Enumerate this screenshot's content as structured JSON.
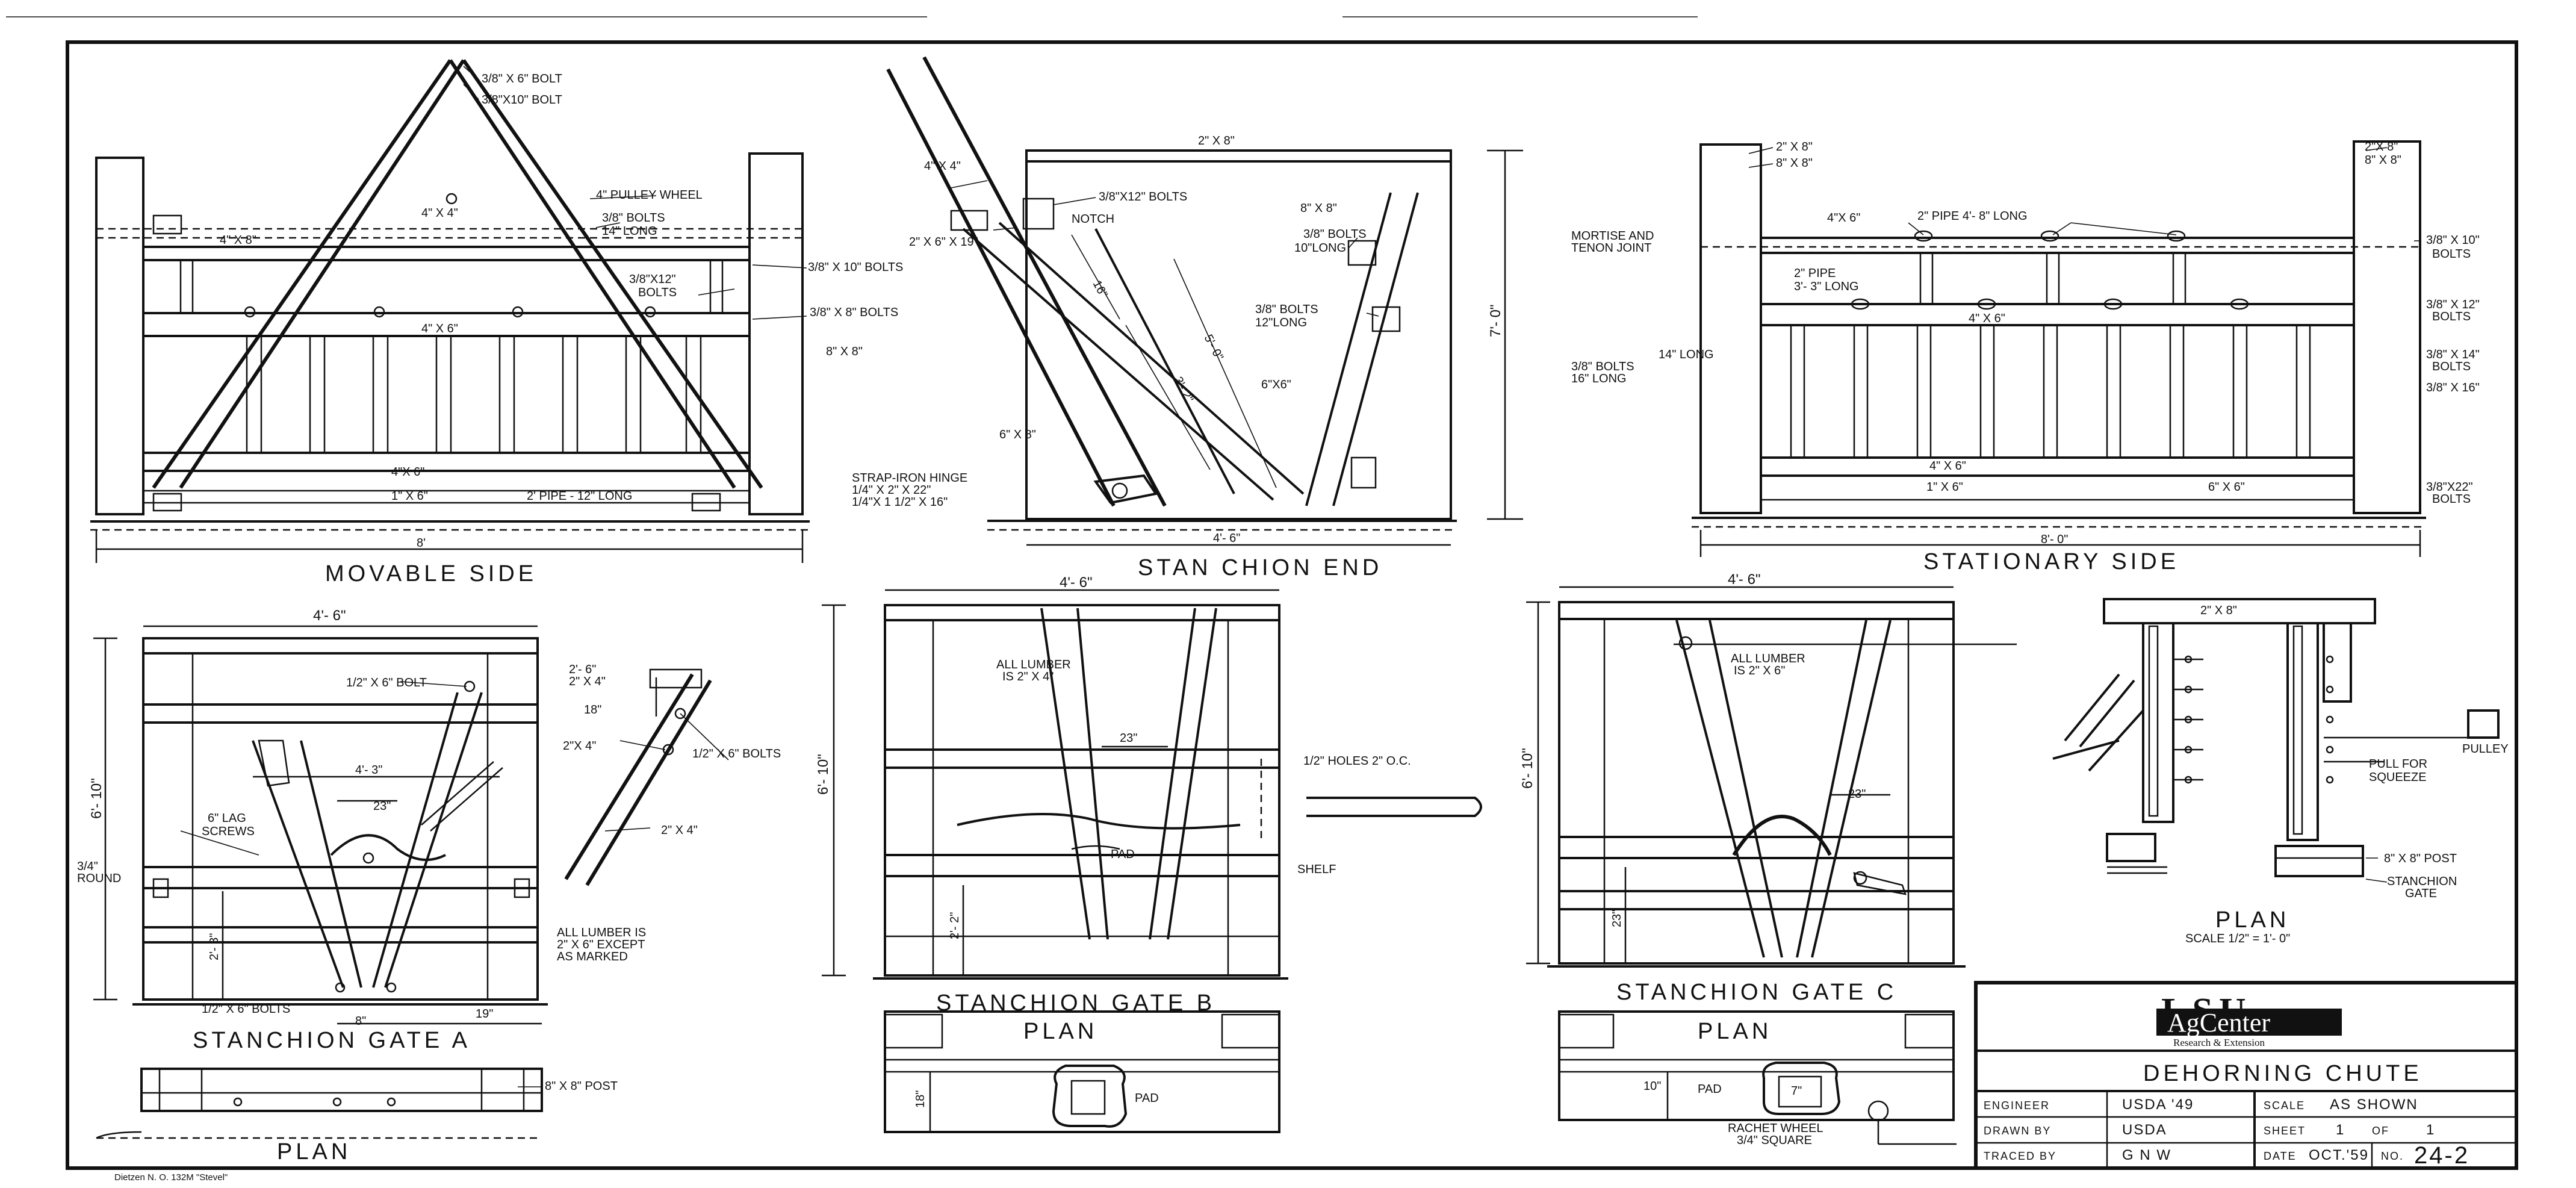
{
  "views": {
    "movable_side": "MOVABLE   SIDE",
    "stanchion_end": "STAN CHION  END",
    "stationary_side": "STATIONARY   SIDE",
    "gate_a": "STANCHION   GATE A",
    "gate_b": "STANCHION  GATE B",
    "gate_c": "STANCHION  GATE C",
    "plan_a": "PLAN",
    "plan_b": "PLAN",
    "plan_c": "PLAN",
    "plan_right": "PLAN",
    "plan_scale": "SCALE 1/2\" = 1'- 0\""
  },
  "labels": {
    "ms": {
      "bolt1": "3/8\" X 6\" BOLT",
      "bolt2": "3/8\"X10\" BOLT",
      "pulley": "4\" PULLEY WHEEL",
      "b14a": "3/8\" BOLTS",
      "b14b": "14\" LONG",
      "b10": "3/8\" X 10\" BOLTS",
      "b12a": "3/8\"X12\"",
      "b12b": "BOLTS",
      "b8": "3/8\" X 8\" BOLTS",
      "post": "8\" X 8\"",
      "m4x8": "4\" X 8\"",
      "m4x4": "4\" X 4\"",
      "m4x6": "4\" X 6\"",
      "m4x6b": "4\"X 6\"",
      "m1x6": "1\" X 6\"",
      "pipe": "2' PIPE - 12\" LONG",
      "dim8": "8'"
    },
    "se": {
      "top": "2\" X 8\"",
      "p4x4": "4\" X 4\"",
      "b12": "3/8\"X12\" BOLTS",
      "p2x6": "2\" X 6\" X 19\"",
      "notch": "NOTCH",
      "p8x8": "8\" X 8\"",
      "b10a": "3/8\" BOLTS",
      "b10b": "10\"LONG",
      "b12a": "3/8\" BOLTS",
      "b12b": "12\"LONG",
      "p6x6": "6\"X6\"",
      "p6x8": "6\" X 8\"",
      "hinge1": "STRAP-IRON HINGE",
      "hinge2": "1/4\" X 2\" X 22\"",
      "hinge3": "1/4\"X 1 1/2\" X 16\"",
      "d16": "16\"",
      "d32": "3'- 2\"",
      "d50": "5'- 0\"",
      "d70": "7'- 0\"",
      "d46": "4'- 6\""
    },
    "ss": {
      "p2x8": "2\" X 8\"",
      "p8x8": "8\" X 8\"",
      "r2x8": "2\"X 8\"",
      "r8x8": "8\" X 8\"",
      "mortise1": "MORTISE AND",
      "mortise2": "TENON JOINT",
      "m4x6": "4\"X 6\"",
      "pipe": "2\" PIPE   4'- 8\" LONG",
      "pipe2a": "2\" PIPE",
      "pipe2b": "3'- 3\" LONG",
      "m4x6b": "4\" X 6\"",
      "l14": "14\" LONG",
      "l16a": "3/8\" BOLTS",
      "l16b": "16\" LONG",
      "m4x6c": "4\" X 6\"",
      "m1x6": "1\" X 6\"",
      "m6x6": "6\" X 6\"",
      "b10a": "3/8\" X 10\"",
      "b10b": "BOLTS",
      "b12a": "3/8\" X 12\"",
      "b12b": "BOLTS",
      "b14a": "3/8\" X 14\"",
      "b14b": "BOLTS",
      "b16": "3/8\" X 16\"",
      "b22a": "3/8\"X22\"",
      "b22b": "BOLTS",
      "dim": "8'- 0\""
    },
    "ga": {
      "w": "4'- 6\"",
      "bolt": "1/2\" X 6\" BOLT",
      "d26": "2'- 6\"",
      "p2x4": "2\" X 4\"",
      "d18": "18\"",
      "p2x4b": "2\"X 4\"",
      "bolts6": "1/2\" X 6\" BOLTS",
      "d43": "4'- 3\"",
      "lag1": "6\" LAG",
      "lag2": "SCREWS",
      "d23": "23\"",
      "p2x4c": "2\" X 4\"",
      "round1": "3/4\"",
      "round2": "ROUND",
      "h": "6'- 10\"",
      "d23b": "2'- 3\"",
      "all1": "ALL LUMBER IS",
      "all2": "2\" X 6\" EXCEPT",
      "all3": "AS MARKED",
      "bolts6b": "1/2\" X 6\" BOLTS",
      "d8": "8\"",
      "d19": "19\"",
      "post": "8\" X 8\" POST"
    },
    "gb": {
      "w": "4'- 6\"",
      "all1": "ALL LUMBER",
      "all2": "IS 2\" X 4\"",
      "d23": "23\"",
      "holes": "1/2\" HOLES 2\" O.C.",
      "h": "6'- 10\"",
      "pad": "PAD",
      "shelf": "SHELF",
      "d22": "2'- 2\"",
      "d18": "18\"",
      "pad2": "PAD"
    },
    "gc": {
      "w": "4'- 6\"",
      "all1": "ALL LUMBER",
      "all2": "IS 2\" X 6\"",
      "h": "6'- 10\"",
      "d23": "23\"",
      "d23b": "23\"",
      "d10": "10\"",
      "pad": "PAD",
      "d7": "7\"",
      "wheel1": "RACHET WHEEL",
      "wheel2": "3/4\" SQUARE"
    },
    "pr": {
      "p2x8": "2\" X 8\"",
      "pulley": "PULLEY",
      "pull1": "PULL FOR",
      "pull2": "SQUEEZE",
      "post": "8\" X 8\" POST",
      "gate1": "STANCHION",
      "gate2": "GATE"
    }
  },
  "title_block": {
    "logo_top": "LSU",
    "logo_main": "AgCenter",
    "logo_sub": "Research & Extension",
    "title": "DEHORNING   CHUTE",
    "engineer_label": "ENGINEER",
    "engineer_value": "USDA '49",
    "drawn_label": "DRAWN BY",
    "drawn_value": "USDA",
    "traced_label": "TRACED BY",
    "traced_value": "G N W",
    "scale_label": "SCALE",
    "scale_value": "AS SHOWN",
    "sheet_label": "SHEET",
    "sheet_value": "1",
    "of_label": "OF",
    "of_value": "1",
    "date_label": "DATE",
    "date_value": "OCT.'59",
    "no_label": "NO.",
    "no_value": "24-2"
  },
  "footer": "Dietzen N. O. 132M \"Stevel\""
}
